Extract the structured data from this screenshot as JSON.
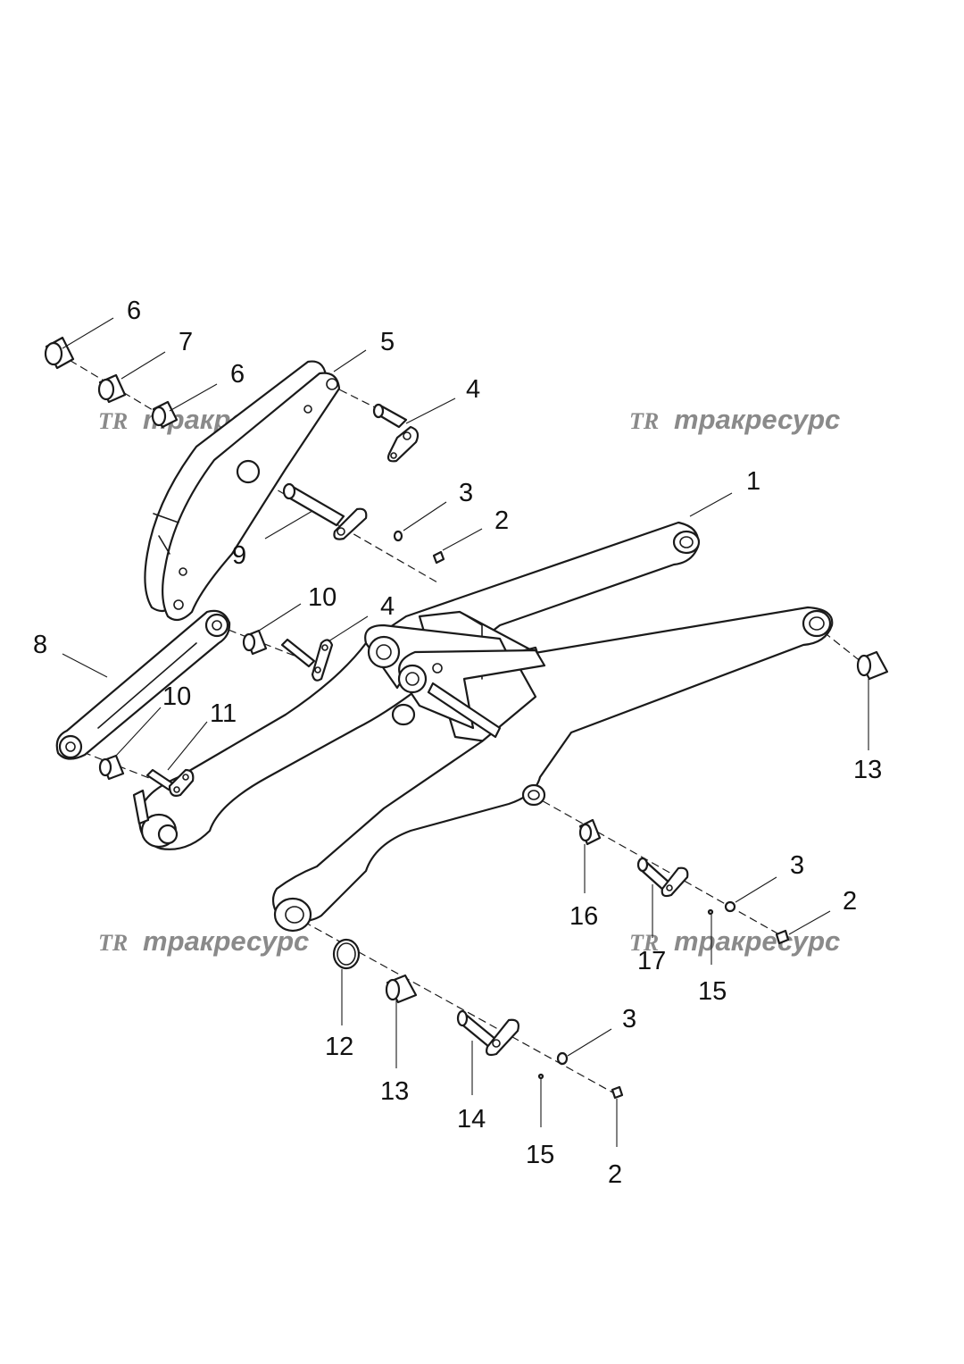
{
  "watermark": {
    "logo": "TR",
    "text": "тракресурс"
  },
  "callouts": {
    "c1": "1",
    "c2a": "2",
    "c2b": "2",
    "c2c": "2",
    "c3a": "3",
    "c3b": "3",
    "c3c": "3",
    "c4a": "4",
    "c4b": "4",
    "c5": "5",
    "c6a": "6",
    "c6b": "6",
    "c7": "7",
    "c8": "8",
    "c9": "9",
    "c10a": "10",
    "c10b": "10",
    "c11": "11",
    "c12": "12",
    "c13a": "13",
    "c13b": "13",
    "c14": "14",
    "c15a": "15",
    "c15b": "15",
    "c16": "16",
    "c17": "17"
  }
}
